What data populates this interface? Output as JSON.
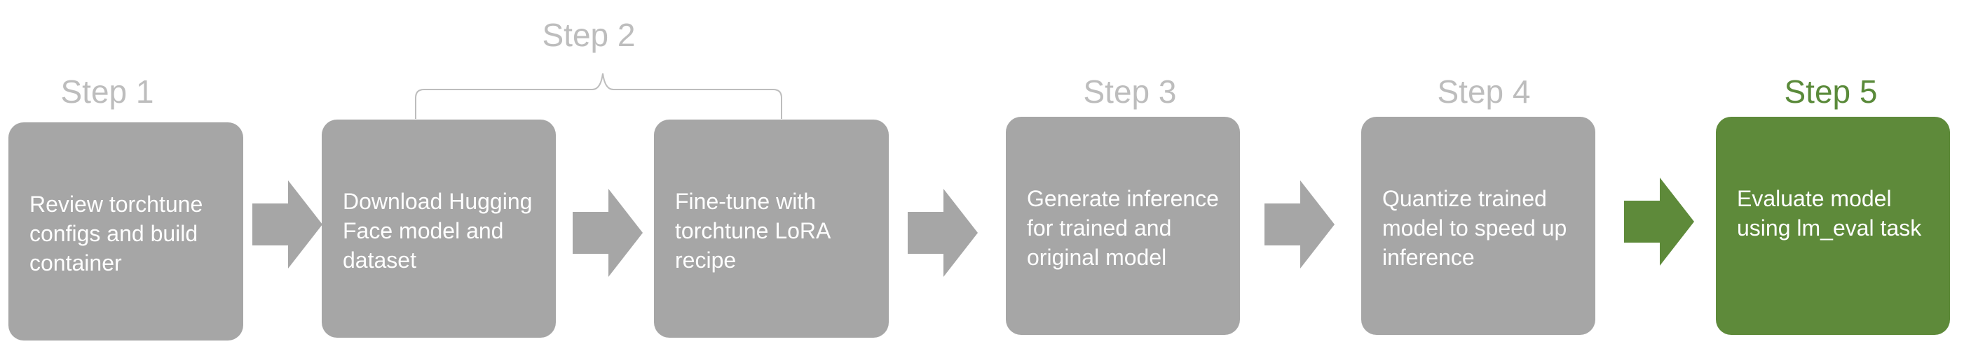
{
  "steps": [
    {
      "label": "Step 1",
      "text": "Review torchtune configs and build container"
    },
    {
      "label": "Step 2",
      "text_a": "Download Hugging Face model and dataset",
      "text_b": "Fine-tune with torchtune LoRA recipe"
    },
    {
      "label": "Step 3",
      "text": "Generate inference for trained and original model"
    },
    {
      "label": "Step 4",
      "text": "Quantize trained model to speed up inference"
    },
    {
      "label": "Step 5",
      "text": "Evaluate model using lm_eval task"
    }
  ],
  "colors": {
    "box_inactive": "#a6a6a6",
    "box_active": "#5e8a3a",
    "label_inactive": "#bdbdbd",
    "label_active": "#5a8a3a",
    "text": "#ffffff"
  }
}
